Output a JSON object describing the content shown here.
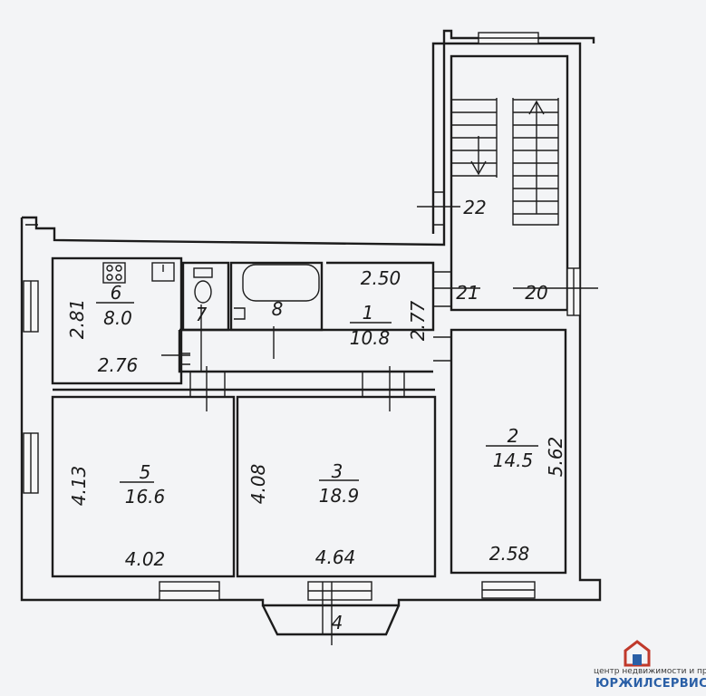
{
  "rooms": [
    {
      "id": "1",
      "area": "10.8"
    },
    {
      "id": "2",
      "area": "14.5"
    },
    {
      "id": "3",
      "area": "18.9"
    },
    {
      "id": "5",
      "area": "16.6"
    },
    {
      "id": "6",
      "area": "8.0"
    },
    {
      "id": "7"
    },
    {
      "id": "8"
    },
    {
      "id": "20"
    },
    {
      "id": "21"
    },
    {
      "id": "22"
    },
    {
      "id": "4"
    }
  ],
  "dimensions": {
    "d1": "2.50",
    "d2": "2.77",
    "d3": "2.81",
    "d4": "2.76",
    "d5": "4.13",
    "d6": "4.02",
    "d7": "4.08",
    "d8": "4.64",
    "d9": "5.62",
    "d10": "2.58"
  },
  "brand": {
    "tagline": "центр недвижимости и права",
    "name": "ЮРЖИЛСЕРВИС",
    "color": "#2a5fa6",
    "accent": "#c0392b"
  }
}
